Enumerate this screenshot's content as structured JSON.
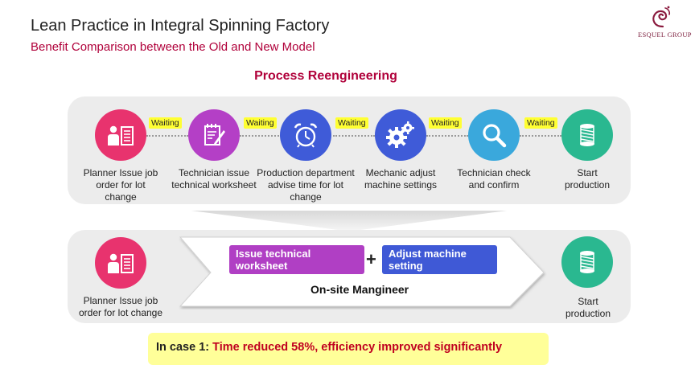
{
  "header": {
    "title": "Lean Practice in Integral Spinning Factory",
    "subtitle": "Benefit Comparison between the Old and New Model",
    "logo_text": "Esquel Group"
  },
  "section_title": "Process Reengineering",
  "old_model": {
    "steps": [
      {
        "label": "Planner Issue job order for lot change",
        "icon": "document-person-icon",
        "color": "#e8336e"
      },
      {
        "label": "Technician issue technical worksheet",
        "icon": "notepad-pen-icon",
        "color": "#b43fc6"
      },
      {
        "label": "Production department advise time for lot change",
        "icon": "alarm-clock-icon",
        "color": "#3f5bd8"
      },
      {
        "label": "Mechanic adjust machine settings",
        "icon": "gears-icon",
        "color": "#3f5bd8"
      },
      {
        "label": "Technician check and confirm",
        "icon": "magnifier-icon",
        "color": "#3aa8dc"
      },
      {
        "label": "Start production",
        "icon": "yarn-spool-icon",
        "color": "#2ab890"
      }
    ],
    "waiting_label": "Waiting"
  },
  "new_model": {
    "start_label": "Planner Issue job order for lot change",
    "box1_label": "Issue technical worksheet",
    "box2_label": "Adjust machine setting",
    "plus": "+",
    "center_label": "On-site Mangineer",
    "end_label": "Start production"
  },
  "result": {
    "lead": "In case 1",
    "colon": ":",
    "highlight": "Time reduced 58%, efficiency improved significantly"
  }
}
